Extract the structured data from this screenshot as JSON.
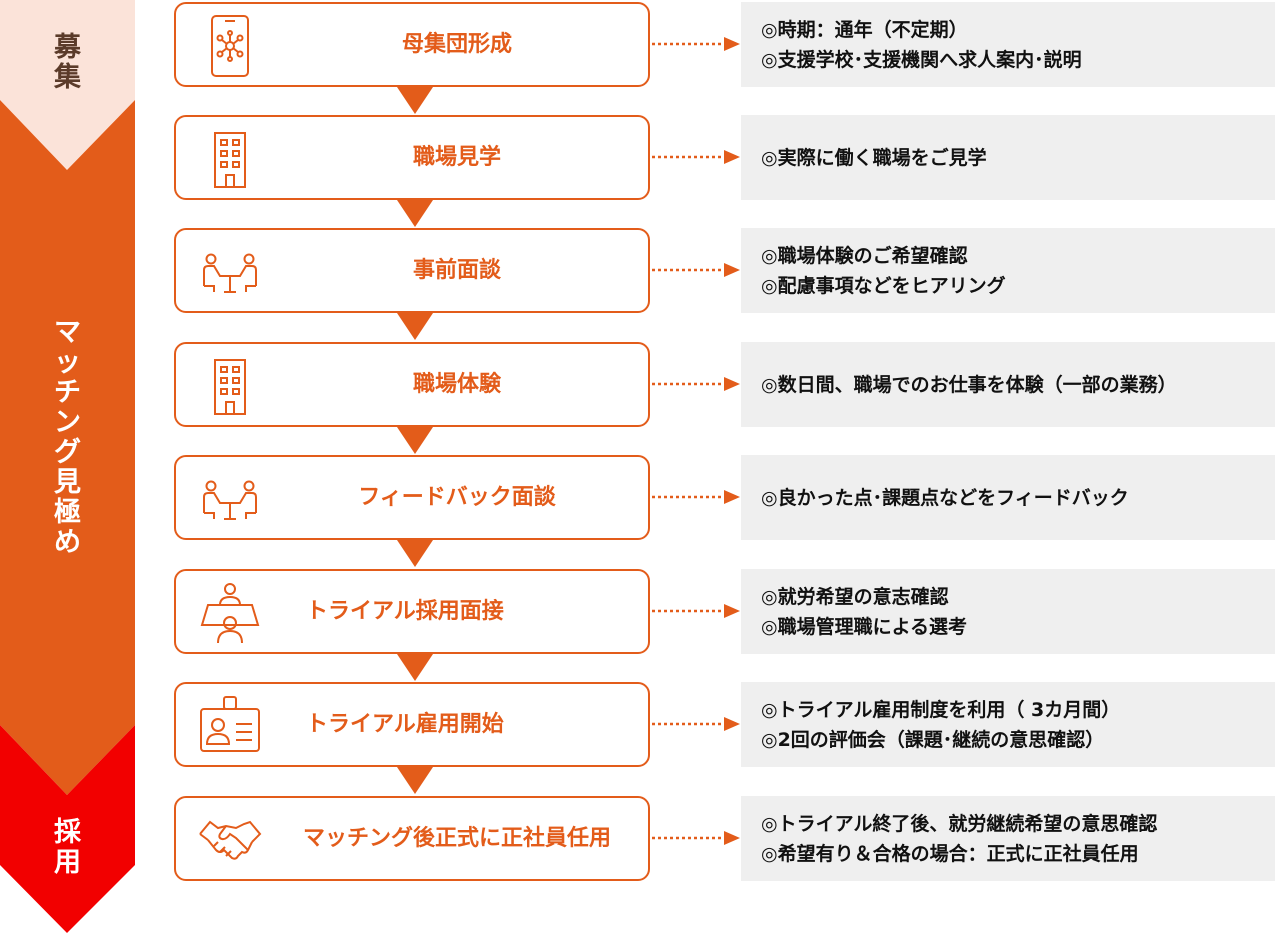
{
  "phases": {
    "recruit": [
      "募",
      "集"
    ],
    "match": [
      "マ",
      "ッ",
      "チ",
      "ン",
      "グ",
      "見",
      "極",
      "め"
    ],
    "hire": [
      "採",
      "用"
    ]
  },
  "colors": {
    "orange": "#e35c1a",
    "red": "#f20000",
    "pale": "#fbe3d9",
    "desc_bg": "#efefef"
  },
  "steps": [
    {
      "title": [
        "母集団形成"
      ],
      "icon": "tablet-network-icon",
      "desc": [
        "◎時期：通年（不定期）",
        "◎支援学校･支援機関へ求人案内･説明"
      ]
    },
    {
      "title": [
        "職場見学"
      ],
      "icon": "building-icon",
      "desc": [
        "◎実際に働く職場をご見学"
      ]
    },
    {
      "title": [
        "事前面談"
      ],
      "icon": "meeting-icon",
      "desc": [
        "◎職場体験のご希望確認",
        "◎配慮事項などをヒアリング"
      ]
    },
    {
      "title": [
        "職場体験"
      ],
      "icon": "building-icon",
      "desc": [
        "◎数日間、職場でのお仕事を体験（一部の業務）"
      ]
    },
    {
      "title": [
        "フィードバック面談"
      ],
      "icon": "meeting-icon",
      "desc": [
        "◎良かった点･課題点などをフィードバック"
      ]
    },
    {
      "title": [
        "トライアル採用面接"
      ],
      "icon": "interview-icon",
      "desc": [
        "◎就労希望の意志確認",
        "◎職場管理職による選考"
      ]
    },
    {
      "title": [
        "トライアル雇用開始"
      ],
      "icon": "id-card-icon",
      "desc": [
        "◎トライアル雇用制度を利用（ 3カ月間）",
        "◎2回の評価会（課題･継続の意思確認）"
      ]
    },
    {
      "title": [
        "マッチング後",
        "正式に正社員任用"
      ],
      "icon": "handshake-icon",
      "desc": [
        "◎トライアル終了後、就労継続希望の意思確認",
        "◎希望有り＆合格の場合：正式に正社員任用"
      ]
    }
  ]
}
